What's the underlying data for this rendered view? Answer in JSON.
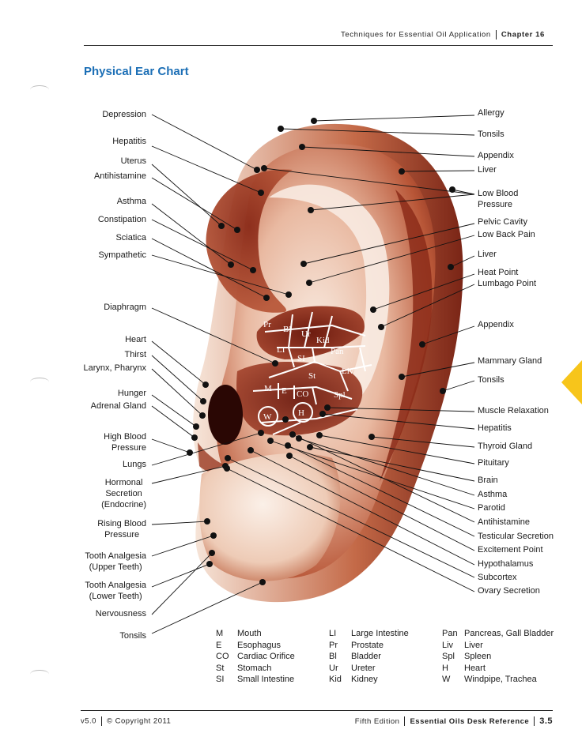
{
  "header": {
    "section": "Techniques for Essential Oil Application",
    "chapter": "Chapter 16"
  },
  "title": "Physical Ear Chart",
  "left_labels": [
    {
      "text": "Depression",
      "lines": [
        "Depression"
      ]
    },
    {
      "text": "Hepatitis",
      "lines": [
        "Hepatitis"
      ]
    },
    {
      "text": "Uterus",
      "lines": [
        "Uterus"
      ]
    },
    {
      "text": "Antihistamine",
      "lines": [
        "Antihistamine"
      ]
    },
    {
      "text": "Asthma",
      "lines": [
        "Asthma"
      ]
    },
    {
      "text": "Constipation",
      "lines": [
        "Constipation"
      ]
    },
    {
      "text": "Sciatica",
      "lines": [
        "Sciatica"
      ]
    },
    {
      "text": "Sympathetic",
      "lines": [
        "Sympathetic"
      ]
    },
    {
      "text": "Diaphragm",
      "lines": [
        "Diaphragm"
      ]
    },
    {
      "text": "Heart",
      "lines": [
        "Heart"
      ]
    },
    {
      "text": "Thirst",
      "lines": [
        "Thirst"
      ]
    },
    {
      "text": "Larynx, Pharynx",
      "lines": [
        "Larynx, Pharynx"
      ]
    },
    {
      "text": "Hunger",
      "lines": [
        "Hunger"
      ]
    },
    {
      "text": "Adrenal Gland",
      "lines": [
        "Adrenal Gland"
      ]
    },
    {
      "text": "High Blood Pressure",
      "lines": [
        "High Blood",
        "Pressure"
      ]
    },
    {
      "text": "Lungs",
      "lines": [
        "Lungs"
      ]
    },
    {
      "text": "Hormonal Secretion (Endocrine)",
      "lines": [
        "Hormonal",
        "Secretion",
        "(Endocrine)"
      ]
    },
    {
      "text": "Rising Blood Pressure",
      "lines": [
        "Rising Blood",
        "Pressure"
      ]
    },
    {
      "text": "Tooth Analgesia (Upper Teeth)",
      "lines": [
        "Tooth Analgesia",
        "(Upper Teeth)"
      ]
    },
    {
      "text": "Tooth Analgesia (Lower Teeth)",
      "lines": [
        "Tooth Analgesia",
        "(Lower Teeth)"
      ]
    },
    {
      "text": "Nervousness",
      "lines": [
        "Nervousness"
      ]
    },
    {
      "text": "Tonsils",
      "lines": [
        "Tonsils"
      ]
    }
  ],
  "right_labels": [
    {
      "text": "Allergy",
      "lines": [
        "Allergy"
      ]
    },
    {
      "text": "Tonsils",
      "lines": [
        "Tonsils"
      ]
    },
    {
      "text": "Appendix",
      "lines": [
        "Appendix"
      ]
    },
    {
      "text": "Liver",
      "lines": [
        "Liver"
      ]
    },
    {
      "text": "Low Blood Pressure",
      "lines": [
        "Low Blood",
        "Pressure"
      ]
    },
    {
      "text": "Pelvic Cavity",
      "lines": [
        "Pelvic Cavity"
      ]
    },
    {
      "text": "Low Back Pain",
      "lines": [
        "Low Back Pain"
      ]
    },
    {
      "text": "Liver",
      "lines": [
        "Liver"
      ]
    },
    {
      "text": "Heat Point",
      "lines": [
        "Heat Point"
      ]
    },
    {
      "text": "Lumbago Point",
      "lines": [
        "Lumbago Point"
      ]
    },
    {
      "text": "Appendix",
      "lines": [
        "Appendix"
      ]
    },
    {
      "text": "Mammary Gland",
      "lines": [
        "Mammary Gland"
      ]
    },
    {
      "text": "Tonsils",
      "lines": [
        "Tonsils"
      ]
    },
    {
      "text": "Muscle Relaxation",
      "lines": [
        "Muscle Relaxation"
      ]
    },
    {
      "text": "Hepatitis",
      "lines": [
        "Hepatitis"
      ]
    },
    {
      "text": "Thyroid Gland",
      "lines": [
        "Thyroid Gland"
      ]
    },
    {
      "text": "Pituitary",
      "lines": [
        "Pituitary"
      ]
    },
    {
      "text": "Brain",
      "lines": [
        "Brain"
      ]
    },
    {
      "text": "Asthma",
      "lines": [
        "Asthma"
      ]
    },
    {
      "text": "Parotid",
      "lines": [
        "Parotid"
      ]
    },
    {
      "text": "Antihistamine",
      "lines": [
        "Antihistamine"
      ]
    },
    {
      "text": "Testicular Secretion",
      "lines": [
        "Testicular Secretion"
      ]
    },
    {
      "text": "Excitement Point",
      "lines": [
        "Excitement Point"
      ]
    },
    {
      "text": "Hypothalamus",
      "lines": [
        "Hypothalamus"
      ]
    },
    {
      "text": "Subcortex",
      "lines": [
        "Subcortex"
      ]
    },
    {
      "text": "Ovary Secretion",
      "lines": [
        "Ovary Secretion"
      ]
    }
  ],
  "concha_abbreviations": [
    "Pr",
    "Bl",
    "Ur",
    "Kid",
    "LI",
    "SI",
    "Pan",
    "St",
    "Liv",
    "M",
    "E",
    "CO",
    "Spl",
    "W",
    "H"
  ],
  "legend": [
    [
      {
        "abbr": "M",
        "name": "Mouth"
      },
      {
        "abbr": "E",
        "name": "Esophagus"
      },
      {
        "abbr": "CO",
        "name": "Cardiac Orifice"
      },
      {
        "abbr": "St",
        "name": "Stomach"
      },
      {
        "abbr": "SI",
        "name": "Small Intestine"
      }
    ],
    [
      {
        "abbr": "LI",
        "name": "Large Intestine"
      },
      {
        "abbr": "Pr",
        "name": "Prostate"
      },
      {
        "abbr": "Bl",
        "name": "Bladder"
      },
      {
        "abbr": "Ur",
        "name": "Ureter"
      },
      {
        "abbr": "Kid",
        "name": "Kidney"
      }
    ],
    [
      {
        "abbr": "Pan",
        "name": "Pancreas, Gall Bladder"
      },
      {
        "abbr": "Liv",
        "name": "Liver"
      },
      {
        "abbr": "Spl",
        "name": "Spleen"
      },
      {
        "abbr": "H",
        "name": "Heart"
      },
      {
        "abbr": "W",
        "name": "Windpipe, Trachea"
      }
    ]
  ],
  "footer": {
    "version": "v5.0",
    "copyright": "© Copyright 2011",
    "edition": "Fifth Edition",
    "book": "Essential Oils Desk Reference",
    "page": "3.5"
  },
  "colors": {
    "title": "#1c6fb6",
    "tab": "#f7c51b",
    "ear_dark": "#6e1c10",
    "ear_mid": "#b9573b",
    "ear_light": "#f6e4d8"
  }
}
